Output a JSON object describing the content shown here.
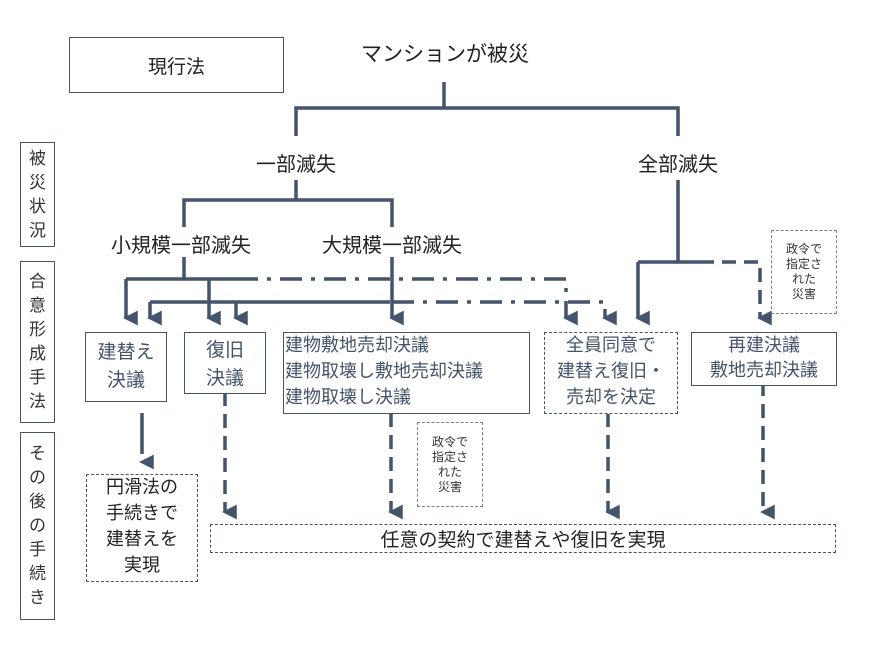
{
  "legend_box": "現行法",
  "root": "マンションが被災",
  "damage": {
    "partial": "一部滅失",
    "total": "全部滅失",
    "small_partial": "小規模一部滅失",
    "large_partial": "大規模一部滅失"
  },
  "side_labels": {
    "damage_status": [
      "被",
      "災",
      "状",
      "況"
    ],
    "consensus_method": [
      "合",
      "意",
      "形",
      "成",
      "手",
      "法"
    ],
    "subsequent_procedure": [
      "そ",
      "の",
      "後",
      "の",
      "手",
      "続",
      "き"
    ]
  },
  "consensus": {
    "rebuild_resolution": [
      "建替え",
      "決議"
    ],
    "restore_resolution": [
      "復旧",
      "決議"
    ],
    "sale_resolutions": [
      "建物敷地売却決議",
      "建物取壊し敷地売却決議",
      "建物取壊し決議"
    ],
    "unanimous": [
      "全員同意で",
      "建替え復旧・",
      "売却を決定"
    ],
    "reconstruction": [
      "再建決議",
      "敷地売却決議"
    ]
  },
  "notes": {
    "designated_disaster_top": [
      "政令で",
      "指定さ",
      "れた",
      "災害"
    ],
    "designated_disaster_mid": [
      "政令で",
      "指定さ",
      "れた",
      "災害"
    ]
  },
  "outcomes": {
    "facilitation_act": [
      "円滑法の",
      "手続きで",
      "建替えを",
      "実現"
    ],
    "voluntary_contract": "任意の契約で建替えや復旧を実現"
  },
  "colors": {
    "line": "#44546a",
    "text": "#222222",
    "note_border": "#7f7f7f"
  }
}
